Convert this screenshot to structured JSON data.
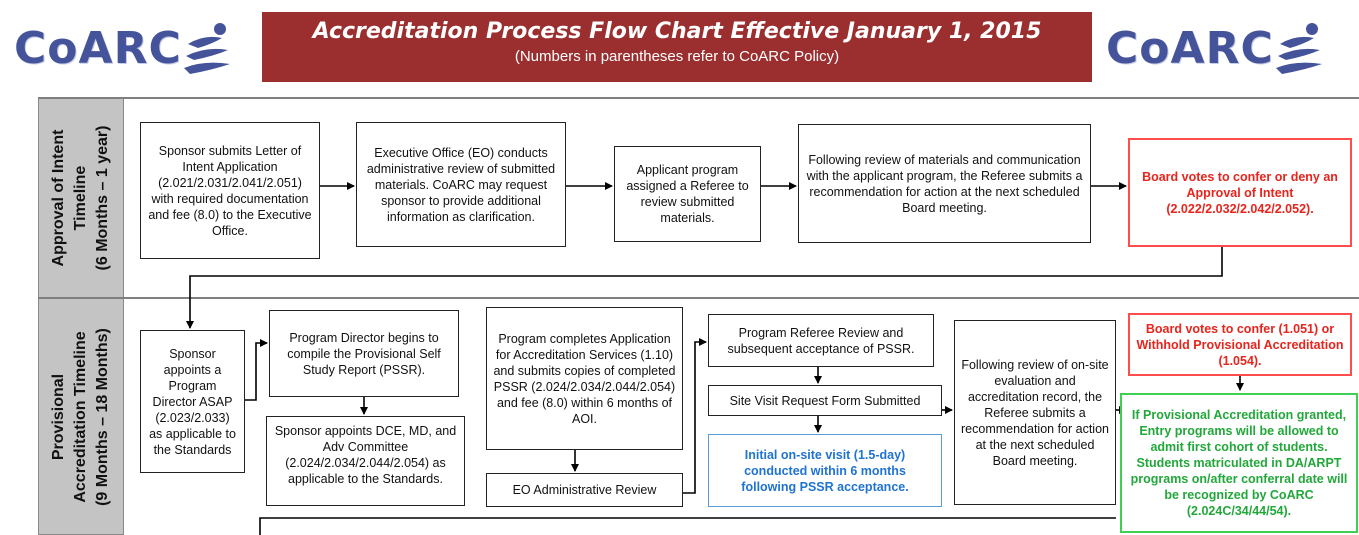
{
  "header": {
    "logo_left": "CoARC",
    "logo_right": "CoARC",
    "title": "Accreditation Process Flow Chart Effective January 1, 2015",
    "subtitle": "(Numbers in parentheses refer to CoARC Policy)"
  },
  "rows": {
    "intent": {
      "label_line1": "Approval of Intent",
      "label_line2": "Timeline",
      "label_line3": "(6 Months – 1 year)"
    },
    "provisional": {
      "label_line1": "Provisional",
      "label_line2": "Accreditation Timeline",
      "label_line3": "(9 Months – 18 Months)"
    }
  },
  "boxes": {
    "sponsor_letter": "Sponsor submits Letter of Intent Application (2.021/2.031/2.041/2.051) with required documentation and fee (8.0) to the Executive Office.",
    "eo_review": "Executive Office (EO) conducts administrative review of submitted materials. CoARC may request sponsor to provide additional information as clarification.",
    "referee_assigned": "Applicant program assigned a Referee to review submitted materials.",
    "referee_recommendation": "Following review of materials and communication with the applicant program, the Referee submits a recommendation for action at the next scheduled Board meeting.",
    "board_intent": "Board votes to confer or deny an Approval of Intent (2.022/2.032/2.042/2.052).",
    "sponsor_pd": "Sponsor appoints a Program Director ASAP (2.023/2.033) as applicable to the Standards",
    "pd_pssr": "Program Director begins to compile the Provisional Self Study Report (PSSR).",
    "sponsor_dce": "Sponsor appoints DCE, MD, and Adv Committee (2.024/2.034/2.044/2.054) as applicable to the Standards.",
    "program_completes": "Program completes Application for Accreditation Services (1.10) and submits copies of completed PSSR (2.024/2.034/2.044/2.054) and fee (8.0) within 6 months of AOI.",
    "eo_admin": "EO Administrative Review",
    "referee_pssr": "Program Referee Review and subsequent acceptance of PSSR.",
    "site_visit_form": "Site Visit Request Form Submitted",
    "initial_visit": "Initial on-site visit (1.5-day) conducted within 6 months following PSSR acceptance.",
    "onsite_review": "Following review of on-site evaluation and accreditation record, the Referee submits a recommendation for action at the next scheduled Board meeting.",
    "board_provisional": "Board votes to confer (1.051) or Withhold Provisional Accreditation (1.054).",
    "granted": "If Provisional Accreditation granted, Entry programs will be allowed to admit first cohort of students. Students matriculated in DA/ARPT programs on/after conferral date will be recognized by CoARC (2.024C/34/44/54)."
  },
  "colors": {
    "banner": "#9b2f2f",
    "logo": "#45549a",
    "red": "#e8241c",
    "green": "#22a83a",
    "blue": "#1f73d1"
  }
}
